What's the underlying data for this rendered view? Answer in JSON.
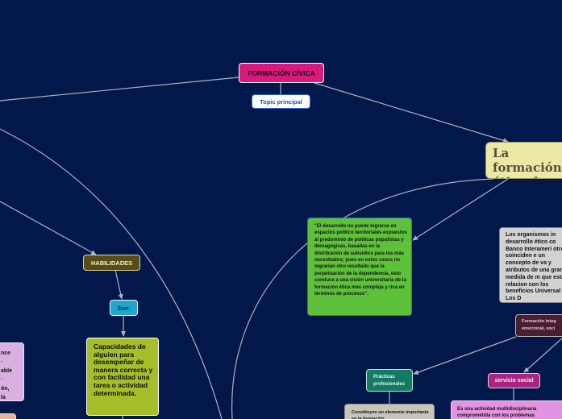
{
  "nodes": {
    "formacion_civica": "FORMACIÓN CÍVICA",
    "topic_principal": "Topic principal",
    "formacion_etica_title": "La formación ética de los",
    "quote_text": "\"El desarrollo no puede lograrse en espacios político territoriales expuestos al predominio de políticas populistas y demagógicas, basadas en la distribución de subsidios para los más necesitados; pues en estos casos no lograrían otro resultado que la perpetuación de la dependencia, esto conduce a una visión universitaria de la formación ética más compleja y rica en términos de procesos\".",
    "organismos_text": "Los organismos in desarrollo ético co Banco Interameri otros, coinciden e un concepto de va y atributos de una gran medida de m que están relacion con los beneficios Universal de Los D",
    "formacion_integral": "Formación integ emocional, soci",
    "habilidades": "HABILIDADES",
    "son": "Son:",
    "capacidades_text": "Capacidades de alguien para desempeñar de manera correcta y con facilidad una tarea o actividad determinada.",
    "practicas": "Prácticas profesionales",
    "constituyen_text": "Constituyen un elemento importante en la formación",
    "servicio_social": "servicio social",
    "servicio_text": "Es una actividad multidisciplinaria comprometida con los problemas",
    "left_partial_text": "nce · able · ón, la"
  },
  "colors": {
    "background": "#03184a",
    "line": "#a9b4c4",
    "formacion_civica": "#d81b7b",
    "topic_principal": "#ffffff",
    "formacion_etica": "#ece9a6",
    "quote": "#5ec13a",
    "organismos": "#d2d2d2",
    "formacion_integral": "#4a1e31",
    "habilidades": "#5b4c13",
    "son": "#22a6cf",
    "capacidades": "#a5bf2a",
    "practicas": "#137a63",
    "constituyen": "#c7c4bc",
    "servicio_social": "#a72780",
    "servicio_text": "#e394e0",
    "left_partial": "#d8b1e0",
    "left_partial_bottom": "#e4b596"
  }
}
